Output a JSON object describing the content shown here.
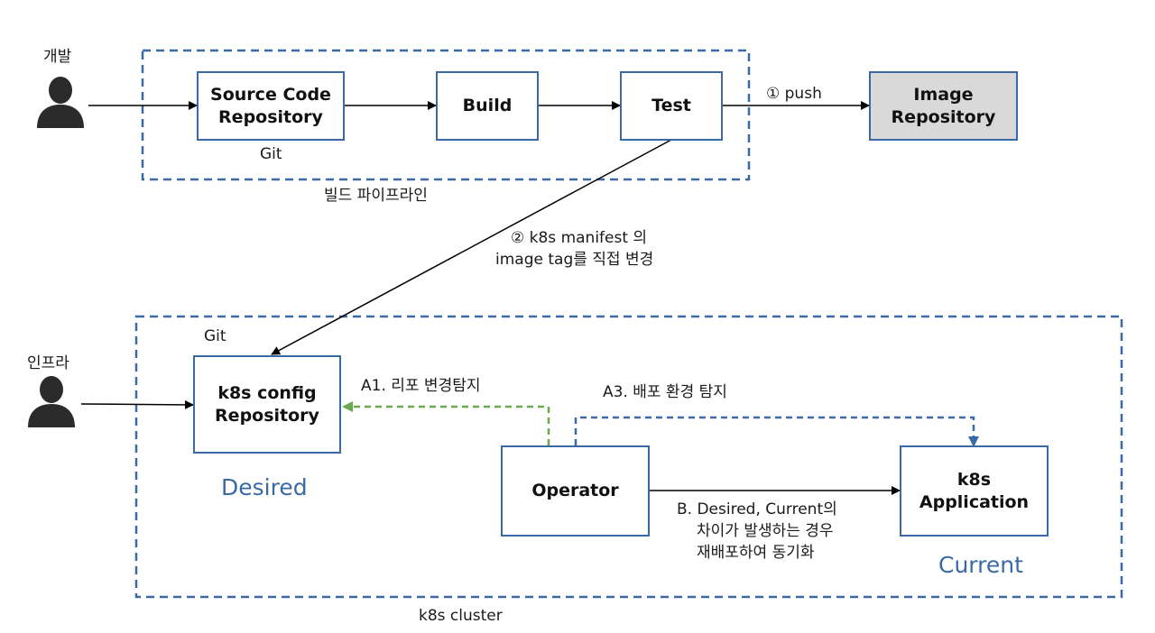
{
  "actors": {
    "developer": "개발",
    "infra": "인프라"
  },
  "build_pipeline": {
    "label": "빌드 파이프라인",
    "source_repo": "Source Code\nRepository",
    "git_label": "Git",
    "build": "Build",
    "test": "Test"
  },
  "image_repo": "Image\nRepository",
  "edges": {
    "push": "① push",
    "manifest_line1": "② k8s manifest 의",
    "manifest_line2": "image tag를 직접 변경",
    "a1": "A1. 리포 변경탐지",
    "a3": "A3. 배포 환경 탐지",
    "b_line1": "B. Desired, Current의",
    "b_line2": "차이가 발생하는 경우",
    "b_line3": "재배포하여 동기화"
  },
  "cluster": {
    "label": "k8s cluster",
    "git_label": "Git",
    "config_repo": "k8s config\nRepository",
    "desired": "Desired",
    "operator": "Operator",
    "application": "k8s\nApplication",
    "current": "Current"
  },
  "colors": {
    "box_border": "#3a6aa6",
    "dashed_border": "#3a6aa6",
    "green_arrow": "#6aaa4f",
    "blue_arrow": "#3a6aa6",
    "image_repo_fill": "#d9d9d9"
  }
}
